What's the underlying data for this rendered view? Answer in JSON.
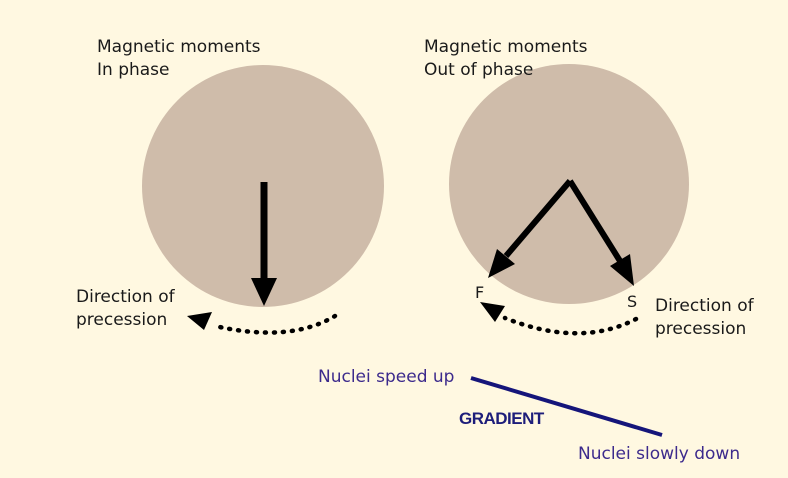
{
  "left_panel": {
    "title_line1": "Magnetic moments",
    "title_line2": "In phase",
    "precession_line1": "Direction of",
    "precession_line2": "precession"
  },
  "right_panel": {
    "title_line1": "Magnetic moments",
    "title_line2": "Out of phase",
    "fast_label": "F",
    "slow_label": "S",
    "precession_line1": "Direction of",
    "precession_line2": "precession"
  },
  "gradient": {
    "label": "GRADIENT",
    "top_label": "Nuclei speed up",
    "bottom_label": "Nuclei slowly down"
  },
  "colors": {
    "background": "#fff8e1",
    "circle": "#cfbcaa",
    "arrow": "#000000",
    "gradient_line": "#15157a",
    "purple_text": "#3c2a8c"
  }
}
